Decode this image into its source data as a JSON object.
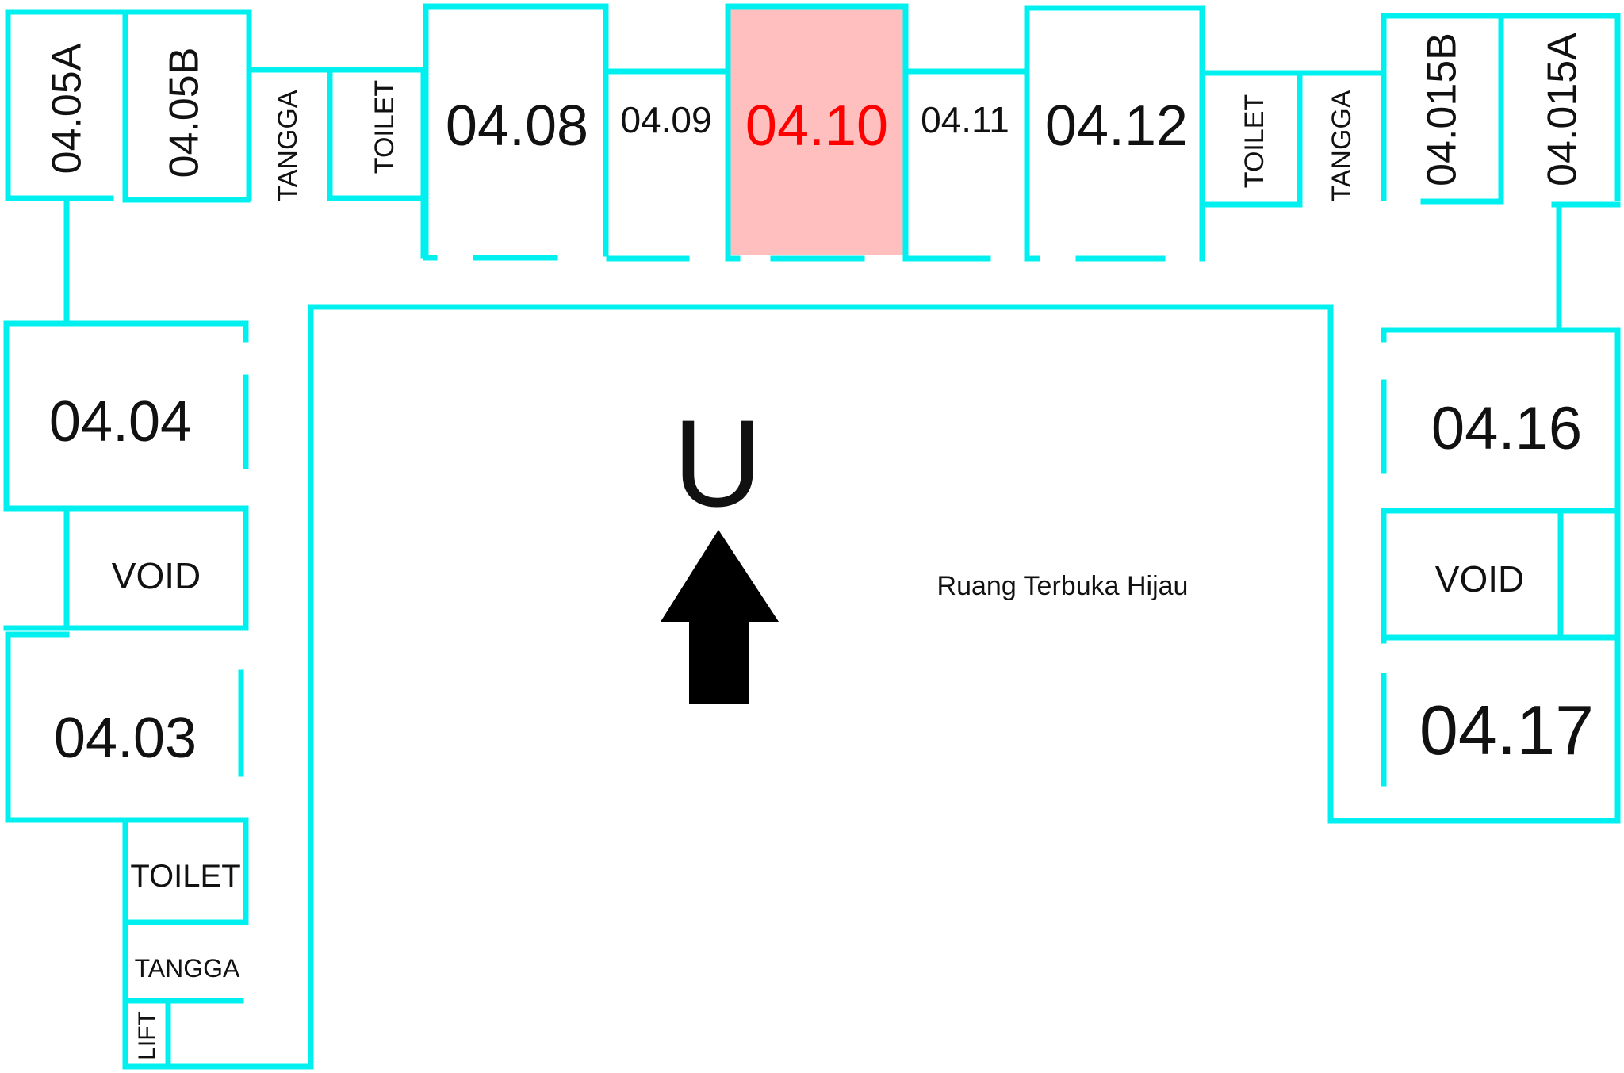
{
  "colors": {
    "wall": "#00f0f0",
    "highlight_fill": "#ffbfbf",
    "highlight_text": "#ff0000",
    "text": "#111111",
    "arrow": "#000000"
  },
  "rooms": {
    "r0405a": "04.05A",
    "r0405b": "04.05B",
    "tangga_top_left": "TANGGA",
    "toilet_top_left": "TOILET",
    "r0408": "04.08",
    "r0409": "04.09",
    "r0410": "04.10",
    "r0411": "04.11",
    "r0412": "04.12",
    "toilet_top_right": "TOILET",
    "tangga_top_right": "TANGGA",
    "r04015b": "04.015B",
    "r04015a": "04.015A",
    "r0404": "04.04",
    "void_left": "VOID",
    "r0403": "04.03",
    "toilet_bottom_left": "TOILET",
    "tangga_bottom_left": "TANGGA",
    "lift": "LIFT",
    "r0416": "04.16",
    "void_right": "VOID",
    "r0417": "04.17"
  },
  "courtyard_label": "Ruang Terbuka Hijau",
  "compass": {
    "letter": "U",
    "icon": "north-arrow-icon"
  },
  "highlighted_room": "04.10"
}
